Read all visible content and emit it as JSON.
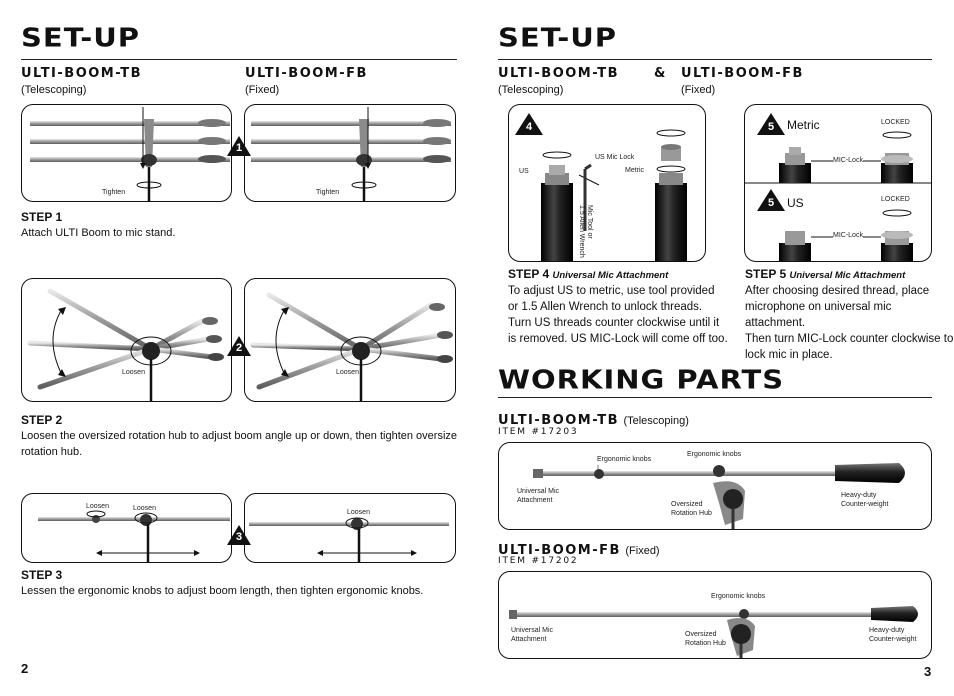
{
  "left_page": {
    "title": "SET-UP",
    "col1_heading": "ULTI-BOOM-TB",
    "col1_note": "(Telescoping)",
    "col2_heading": "ULTI-BOOM-FB",
    "col2_note": "(Fixed)",
    "fig1": {
      "badge": "1",
      "label_a": "Tighten",
      "label_b": "Tighten"
    },
    "step1": {
      "heading": "STEP 1",
      "text": "Attach ULTI Boom to mic stand."
    },
    "fig2": {
      "badge": "2",
      "label_a": "Loosen",
      "label_b": "Loosen"
    },
    "step2": {
      "heading": "STEP 2",
      "line1": "Loosen the oversized rotation hub to adjust boom angle up or down, then tighten oversize",
      "line2": "rotation hub."
    },
    "fig3": {
      "badge": "3",
      "label_a": "Loosen",
      "label_b": "Loosen",
      "label_c": "Loosen"
    },
    "step3": {
      "heading": "STEP 3",
      "text": "Lessen the ergonomic knobs to adjust boom length, then tighten ergonomic knobs."
    },
    "page_number": "2"
  },
  "right_page": {
    "title": "SET-UP",
    "heading_a": "ULTI-BOOM-TB",
    "amp": "&",
    "heading_b": "ULTI-BOOM-FB",
    "note_a": "(Telescoping)",
    "note_b": "(Fixed)",
    "fig4": {
      "badge": "4",
      "us": "US",
      "us_mic_lock": "US Mic Lock",
      "metric": "Metric",
      "tool_line1": "Mic Tool or",
      "tool_line2": "1.5 Allen Wrench"
    },
    "fig5": {
      "badge_top": "5",
      "metric": "Metric",
      "locked_top": "LOCKED",
      "miclock_top": "MIC-Lock",
      "badge_bottom": "5",
      "us": "US",
      "locked_bottom": "LOCKED",
      "miclock_bottom": "MIC-Lock"
    },
    "step4": {
      "heading": "STEP 4",
      "subheading": "Universal Mic Attachment",
      "lines": [
        "To adjust US to metric, use tool provided",
        "or 1.5 Allen Wrench to unlock threads.",
        "Turn US threads counter clockwise until it",
        "is removed. US MIC-Lock will come off too."
      ]
    },
    "step5": {
      "heading": "STEP 5",
      "subheading": "Universal Mic Attachment",
      "lines": [
        "After choosing desired thread, place",
        "microphone on universal mic attachment.",
        "Then turn MIC-Lock counter clockwise to",
        "lock mic in place."
      ]
    },
    "working_parts_title": "WORKING PARTS",
    "tb": {
      "heading": "ULTI-BOOM-TB",
      "note": "(Telescoping)",
      "item": "ITEM #17203",
      "knobs_a": "Ergonomic knobs",
      "knobs_b": "Ergonomic knobs",
      "mic_line1": "Universal Mic",
      "mic_line2": "Attachment",
      "hub_line1": "Oversized",
      "hub_line2": "Rotation Hub",
      "cw_line1": "Heavy-duty",
      "cw_line2": "Counter-weight"
    },
    "fb": {
      "heading": "ULTI-BOOM-FB",
      "note": "(Fixed)",
      "item": "ITEM #17202",
      "knobs": "Ergonomic knobs",
      "mic_line1": "Universal Mic",
      "mic_line2": "Attachment",
      "hub_line1": "Oversized",
      "hub_line2": "Rotation Hub",
      "cw_line1": "Heavy-duty",
      "cw_line2": "Counter-weight"
    },
    "page_number": "3"
  },
  "colors": {
    "ink": "#111111",
    "rod": "#a6a6a6",
    "rod_dark": "#5a5a5a",
    "badge": "#111111"
  }
}
